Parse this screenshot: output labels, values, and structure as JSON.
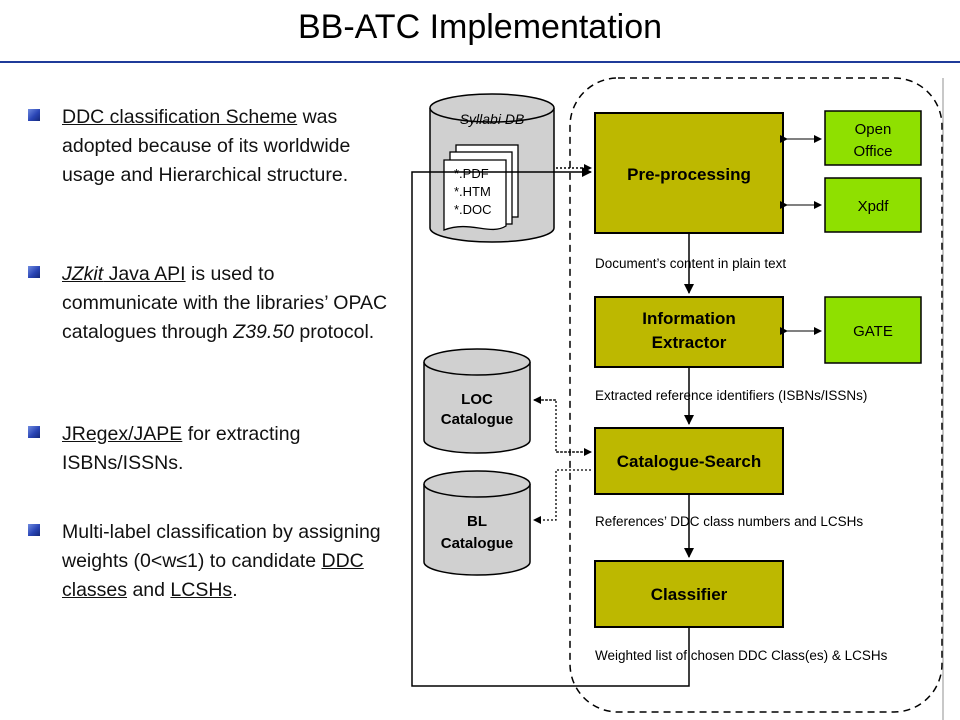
{
  "title": "BB-ATC Implementation",
  "bullets": [
    {
      "a": "DDC classification Scheme",
      "b": " was adopted because of its worldwide usage and Hierarchical structure."
    },
    {
      "a": "JZkit",
      "b": " Java API",
      "c": " is used to communicate with the libraries’ OPAC catalogues through ",
      "d": "Z39.50",
      "e": " protocol."
    },
    {
      "a": "JRegex/JAPE",
      "b": " for extracting ISBNs/ISSNs."
    },
    {
      "a": "Multi-label classification by assigning weights  (0<w≤1) to candidate ",
      "b": "DDC classes",
      "c": " and ",
      "d": "LCSHs",
      "e": "."
    }
  ],
  "diagram": {
    "db_syllabi": {
      "label": "Syllabi DB",
      "files": [
        "*.PDF",
        "*.HTM",
        "*.DOC"
      ]
    },
    "db_loc": {
      "line1": "LOC",
      "line2": "Catalogue"
    },
    "db_bl": {
      "line1": "BL",
      "line2": "Catalogue"
    },
    "pre": {
      "line1": "Pre-processing"
    },
    "info": {
      "line1": "Information",
      "line2": "Extractor"
    },
    "cat": {
      "line1": "Catalogue-Search"
    },
    "cls": {
      "line1": "Classifier"
    },
    "openoffice": {
      "line1": "Open",
      "line2": "Office"
    },
    "xpdf": {
      "line1": "Xpdf"
    },
    "gate": {
      "line1": "GATE"
    },
    "edge1": "Document’s content in plain text",
    "edge2": "Extracted reference identifiers (ISBNs/ISSNs)",
    "edge3": "References’ DDC class numbers and LCSHs",
    "edge4": "Weighted list of chosen DDC Class(es) & LCSHs",
    "colors": {
      "process": "#bdb800",
      "tool": "#8fe000",
      "arrow": "#000000"
    }
  }
}
